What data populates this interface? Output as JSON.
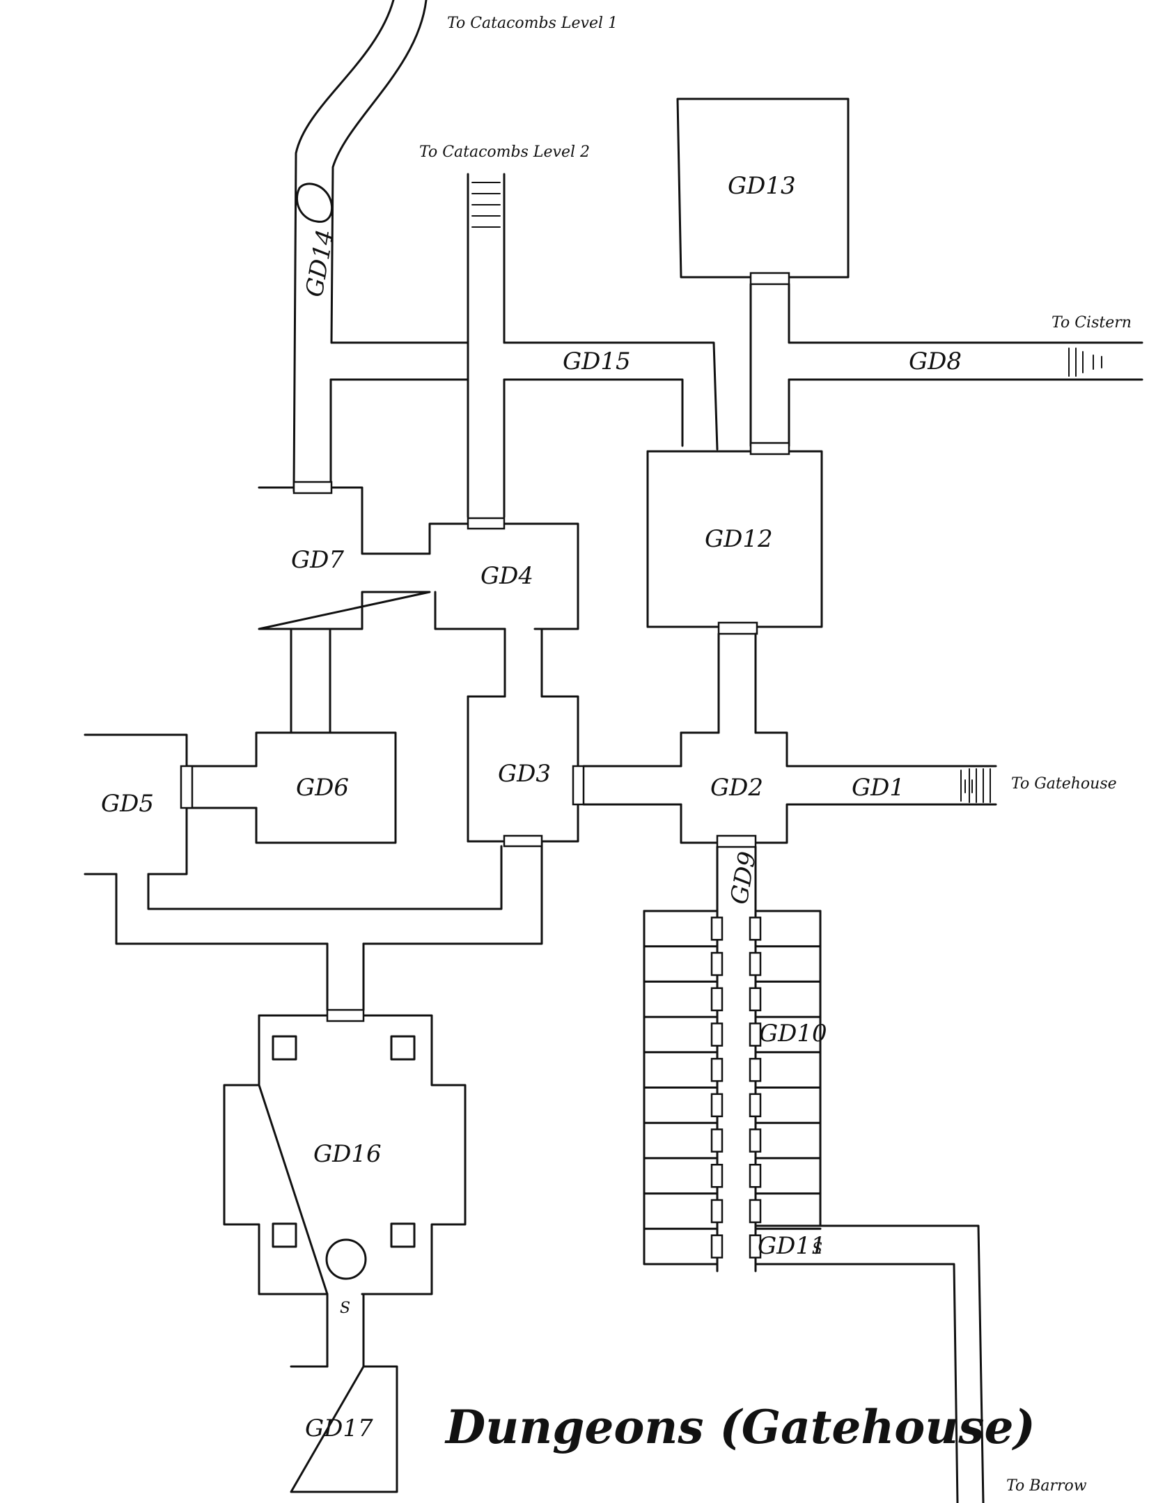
{
  "map": {
    "title": "Dungeons (Gatehouse)",
    "rooms": {
      "gd1": "GD1",
      "gd2": "GD2",
      "gd3": "GD3",
      "gd4": "GD4",
      "gd5": "GD5",
      "gd6": "GD6",
      "gd7": "GD7",
      "gd8": "GD8",
      "gd9": "GD9",
      "gd10": "GD10",
      "gd11": "GD11",
      "gd12": "GD12",
      "gd13": "GD13",
      "gd14": "GD14",
      "gd15": "GD15",
      "gd16": "GD16",
      "gd17": "GD17"
    },
    "exits": {
      "catacombs1": "To Catacombs Level 1",
      "catacombs2": "To Catacombs Level 2",
      "cistern": "To Cistern",
      "gatehouse": "To Gatehouse",
      "barrow": "To Barrow"
    },
    "markers": {
      "secret_door": "S"
    }
  }
}
